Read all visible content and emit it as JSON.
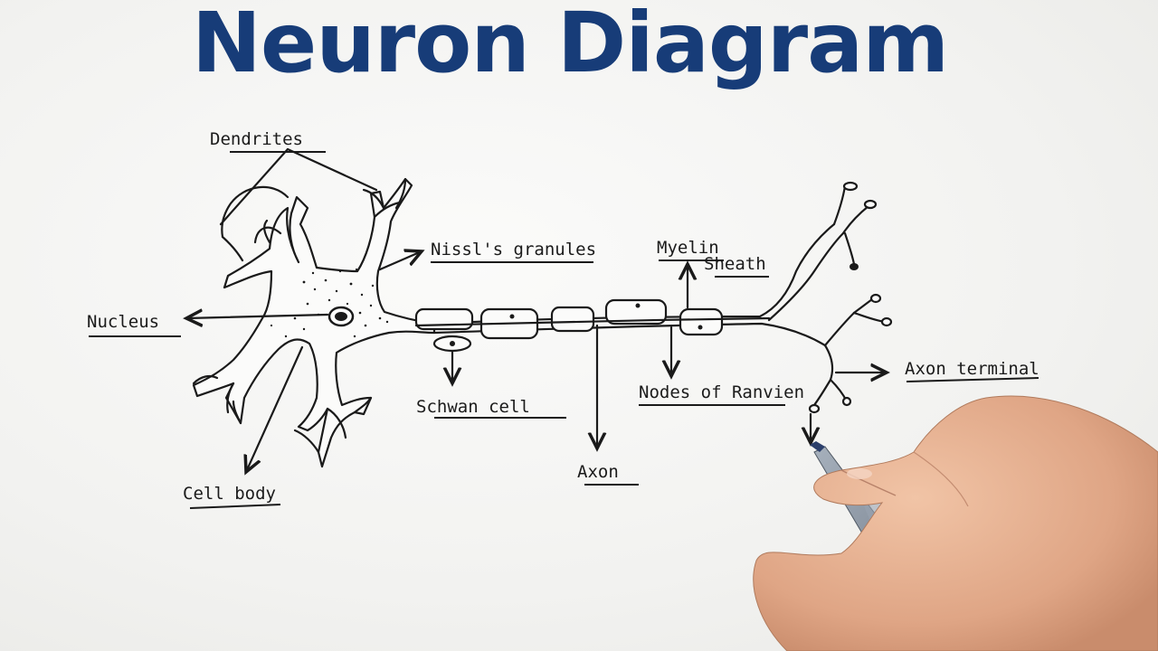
{
  "title": "Neuron Diagram",
  "labels": {
    "dendrites": "Dendrites",
    "nissls_granules": "Nissl's granules",
    "myelin": "Myelin",
    "sheath": "Sheath",
    "nucleus": "Nucleus",
    "schwann_cell": "Schwan cell",
    "nodes_of_ranvier": "Nodes of Ranvien",
    "axon_terminal": "Axon terminal",
    "cell_body": "Cell body",
    "axon": "Axon"
  },
  "colors": {
    "title": "#173c78",
    "ink": "#1a1a1a",
    "paper": "#f4f4f2",
    "skin": "#e7b394",
    "pen": "#8c96a2"
  }
}
